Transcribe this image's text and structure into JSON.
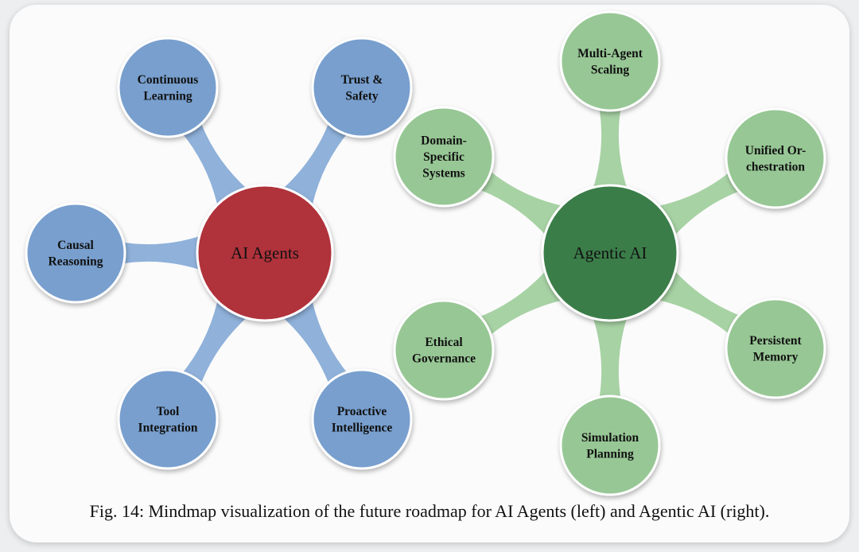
{
  "mindmaps": [
    {
      "id": "ai-agents",
      "center": {
        "label": "AI Agents",
        "color": "#b0303a"
      },
      "node_color": "#789fce",
      "branch_color": "#8fb1da",
      "nodes": [
        {
          "lines": [
            "Continuous",
            "Learning"
          ]
        },
        {
          "lines": [
            "Trust &",
            "Safety"
          ]
        },
        {
          "lines": [
            "Causal",
            "Reasoning"
          ]
        },
        {
          "lines": [
            "Tool",
            "Integration"
          ]
        },
        {
          "lines": [
            "Proactive",
            "Intelligence"
          ]
        }
      ]
    },
    {
      "id": "agentic-ai",
      "center": {
        "label": "Agentic AI",
        "color": "#3b7d48"
      },
      "node_color": "#97c795",
      "branch_color": "#a7d2a4",
      "nodes": [
        {
          "lines": [
            "Multi-Agent",
            "Scaling"
          ]
        },
        {
          "lines": [
            "Domain-",
            "Specific",
            "Systems"
          ]
        },
        {
          "lines": [
            "Unified Or-",
            "chestration"
          ]
        },
        {
          "lines": [
            "Ethical",
            "Governance"
          ]
        },
        {
          "lines": [
            "Persistent",
            "Memory"
          ]
        },
        {
          "lines": [
            "Simulation",
            "Planning"
          ]
        }
      ]
    }
  ],
  "caption": "Fig. 14: Mindmap visualization of the future roadmap for AI Agents (left) and Agentic AI (right)."
}
